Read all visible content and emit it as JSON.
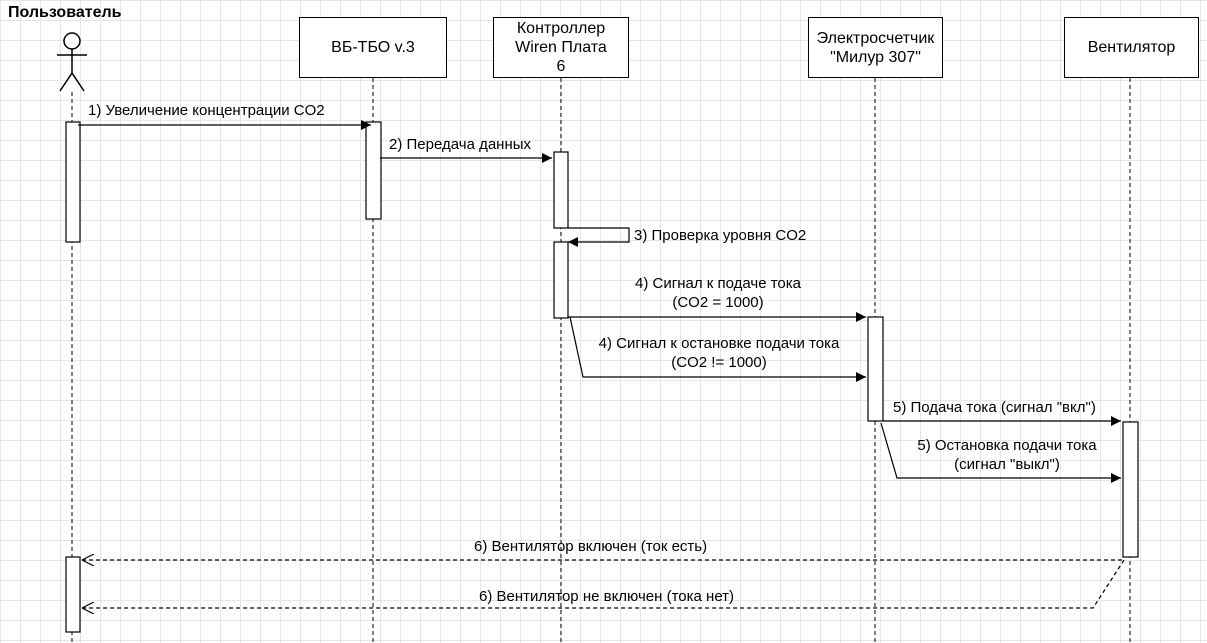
{
  "actor": {
    "label": "Пользователь"
  },
  "participants": {
    "vb": "ВБ-ТБО v.3",
    "controller_line1": "Контроллер",
    "controller_line2": "Wiren Плата",
    "controller_line3": "6",
    "meter_line1": "Электросчетчик",
    "meter_line2": "\"Милур 307\"",
    "fan": "Вентилятор"
  },
  "messages": {
    "m1": "1) Увеличение концентрации CO2",
    "m2": "2) Передача данных",
    "m3": "3) Проверка уровня CO2",
    "m4a_line1": "4) Сигнал к подаче тока",
    "m4a_line2": "(CO2 = 1000)",
    "m4b_line1": "4) Сигнал к остановке подачи тока",
    "m4b_line2": "(CO2 != 1000)",
    "m5a": "5) Подача тока (сигнал \"вкл\")",
    "m5b_line1": "5) Остановка подачи тока",
    "m5b_line2": "(сигнал \"выкл\")",
    "m6a": "6) Вентилятор включен (ток есть)",
    "m6b": "6) Вентилятор не включен (тока нет)"
  }
}
